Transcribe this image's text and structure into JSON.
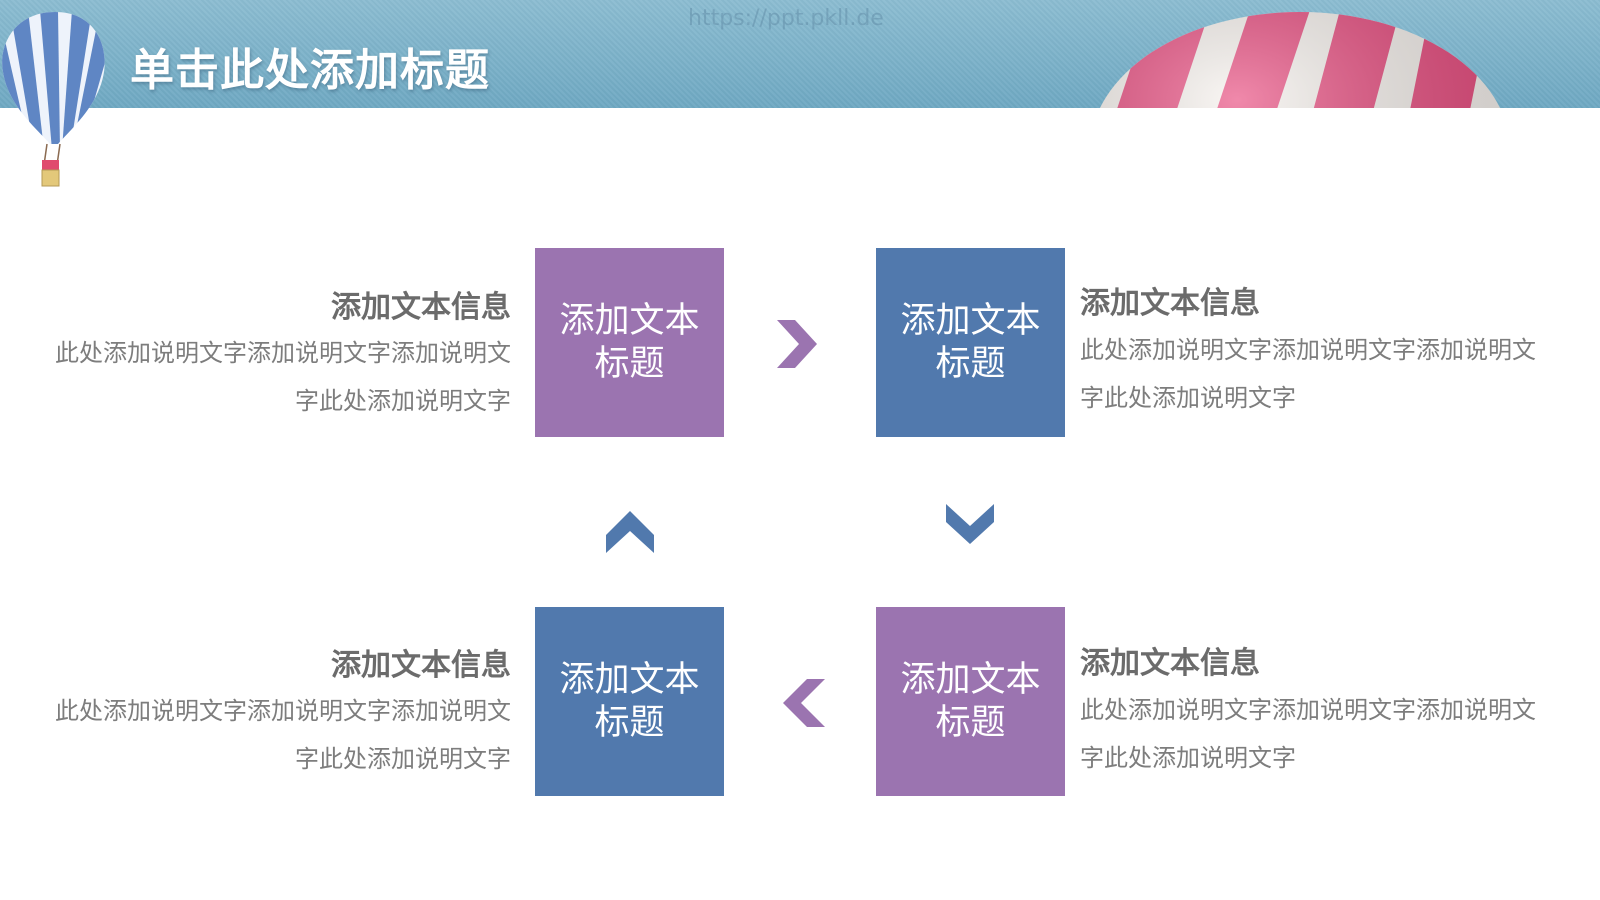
{
  "header": {
    "title": "单击此处添加标题",
    "watermark": "https://ppt.pkll.de"
  },
  "colors": {
    "purple": "#9b74b0",
    "blue": "#5179ad",
    "header_blue": "#7ab0c8"
  },
  "boxes": [
    {
      "label": "添加文本标题",
      "color": "purple"
    },
    {
      "label": "添加文本标题",
      "color": "blue"
    },
    {
      "label": "添加文本标题",
      "color": "blue"
    },
    {
      "label": "添加文本标题",
      "color": "purple"
    }
  ],
  "info": [
    {
      "title": "添加文本信息",
      "desc": "此处添加说明文字添加说明文字添加说明文字此处添加说明文字"
    },
    {
      "title": "添加文本信息",
      "desc": "此处添加说明文字添加说明文字添加说明文字此处添加说明文字"
    },
    {
      "title": "添加文本信息",
      "desc": "此处添加说明文字添加说明文字添加说明文字此处添加说明文字"
    },
    {
      "title": "添加文本信息",
      "desc": "此处添加说明文字添加说明文字添加说明文字此处添加说明文字"
    }
  ],
  "arrows": [
    "chevron-right-icon",
    "chevron-down-icon",
    "chevron-left-icon",
    "chevron-up-icon"
  ]
}
